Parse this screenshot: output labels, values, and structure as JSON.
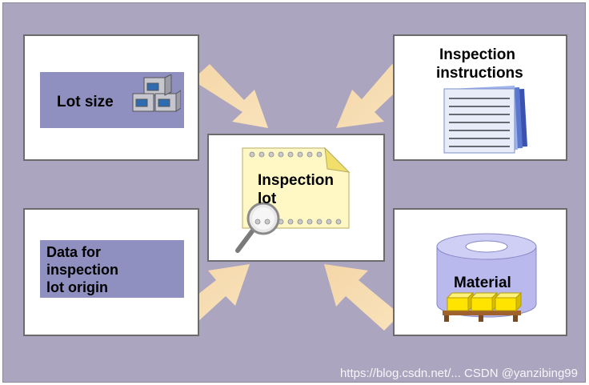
{
  "diagram": {
    "center_label_line1": "Inspection",
    "center_label_line2": "lot",
    "lot_size": "Lot size",
    "origin_line1": "Data for",
    "origin_line2": "inspection",
    "origin_line3": "lot origin",
    "instructions_line1": "Inspection",
    "instructions_line2": "instructions",
    "material": "Material",
    "watermark": "https://blog.csdn.net/... CSDN @yanzibing99"
  },
  "colors": {
    "background": "#aba5bf",
    "label_panel": "#8f8fc0",
    "arrow": "#f7d9a6",
    "note": "#fff8c4",
    "cylinder": "#b9b9ee",
    "crate": "#ffe400"
  }
}
